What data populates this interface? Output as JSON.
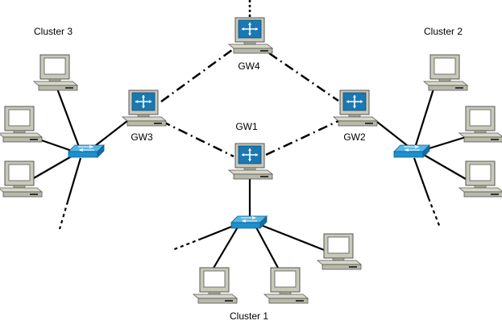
{
  "labels": {
    "cluster1": "Cluster 1",
    "cluster2": "Cluster 2",
    "cluster3": "Cluster 3",
    "gw1": "GW1",
    "gw2": "GW2",
    "gw3": "GW3",
    "gw4": "GW4"
  },
  "colors": {
    "router_screen": "#1a78b4",
    "switch": "#1d8fce",
    "pc_body": "#c9c9b9",
    "pc_screen": "#ffffff",
    "line": "#000000"
  },
  "icons": {
    "gateway": "router-workstation-icon",
    "switch": "switch-icon",
    "host": "pc-icon"
  }
}
